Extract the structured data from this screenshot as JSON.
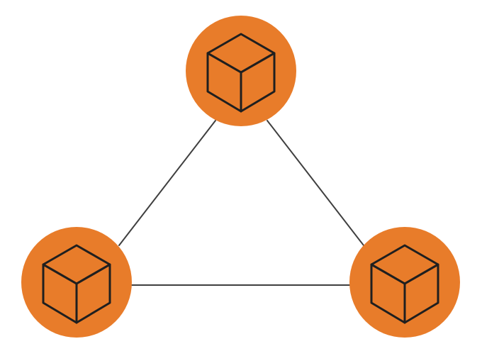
{
  "diagram": {
    "node_fill": "#E87C2A",
    "edge_color": "#3F3F3F",
    "icon_stroke": "#1F1F1F",
    "nodes": [
      {
        "id": "top",
        "icon": "cube-icon"
      },
      {
        "id": "bottom-left",
        "icon": "cube-icon"
      },
      {
        "id": "bottom-right",
        "icon": "cube-icon"
      }
    ],
    "edges": [
      {
        "from": "top",
        "to": "bottom-left"
      },
      {
        "from": "top",
        "to": "bottom-right"
      },
      {
        "from": "bottom-left",
        "to": "bottom-right"
      }
    ]
  }
}
